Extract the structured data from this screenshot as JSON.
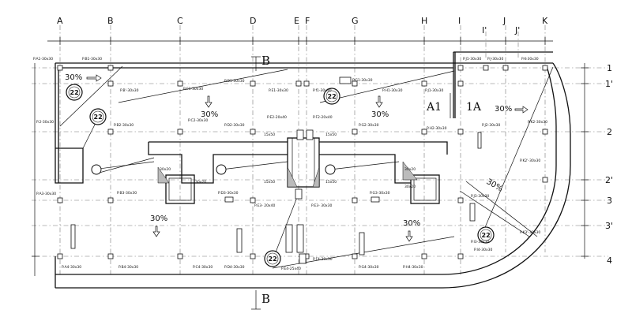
{
  "axes": {
    "columns": [
      "A",
      "B",
      "C",
      "D",
      "E",
      "F",
      "G",
      "H",
      "I",
      "J",
      "K",
      "I'",
      "J'"
    ],
    "rows": [
      "1",
      "1'",
      "2",
      "2'",
      "3",
      "3'",
      "4"
    ]
  },
  "section_marks": [
    "B",
    "B"
  ],
  "big_labels": [
    "A1",
    "1A"
  ],
  "slope_labels": [
    "30%",
    "30%",
    "30%",
    "30%",
    "30%",
    "30%"
  ],
  "bubble_label": "22",
  "column_labels": [
    "P.A1-30x30",
    "P.B1-30x30",
    "P.J1-30x30",
    "P.J-30x30",
    "P.K-30x30",
    "P.2-30x30",
    "P.B'-30x30",
    "P.C1-30x30",
    "P.D1-30x30",
    "P.E1-30x30",
    "P.f1-30x30",
    "P.G1-30x30",
    "P.H1-30x30",
    "P.J1-30x30",
    "P.B2-30x30",
    "P.C2-30x30",
    "P.D2-30x30",
    "P.E2-20x40",
    "P.F2-20x40",
    "P.G2-30x30",
    "P.H2-30x30",
    "P.J2-30x30",
    "P.K2-30x30",
    "15x50",
    "15x50",
    "15x50",
    "15x50",
    "30x20",
    "30x20",
    "30x20",
    "30x20",
    "P.A3-30x30",
    "P.B3-30x30",
    "P.D3-30x30",
    "P.E3- 20x40",
    "P.E3- 30x30",
    "P.G3-30x30",
    "P.K2'-30x30",
    "P.J3-30x30",
    "P.K3'-30x30",
    "P.I3-30x30",
    "P.I4-30x30",
    "P.A4-30x30",
    "P.B4-30x30",
    "P.C4-30x30",
    "P.D4-30x30",
    "P.E4-25x40",
    "P.F4-30x30",
    "P.G4-30x30",
    "P.H4-30x30"
  ]
}
